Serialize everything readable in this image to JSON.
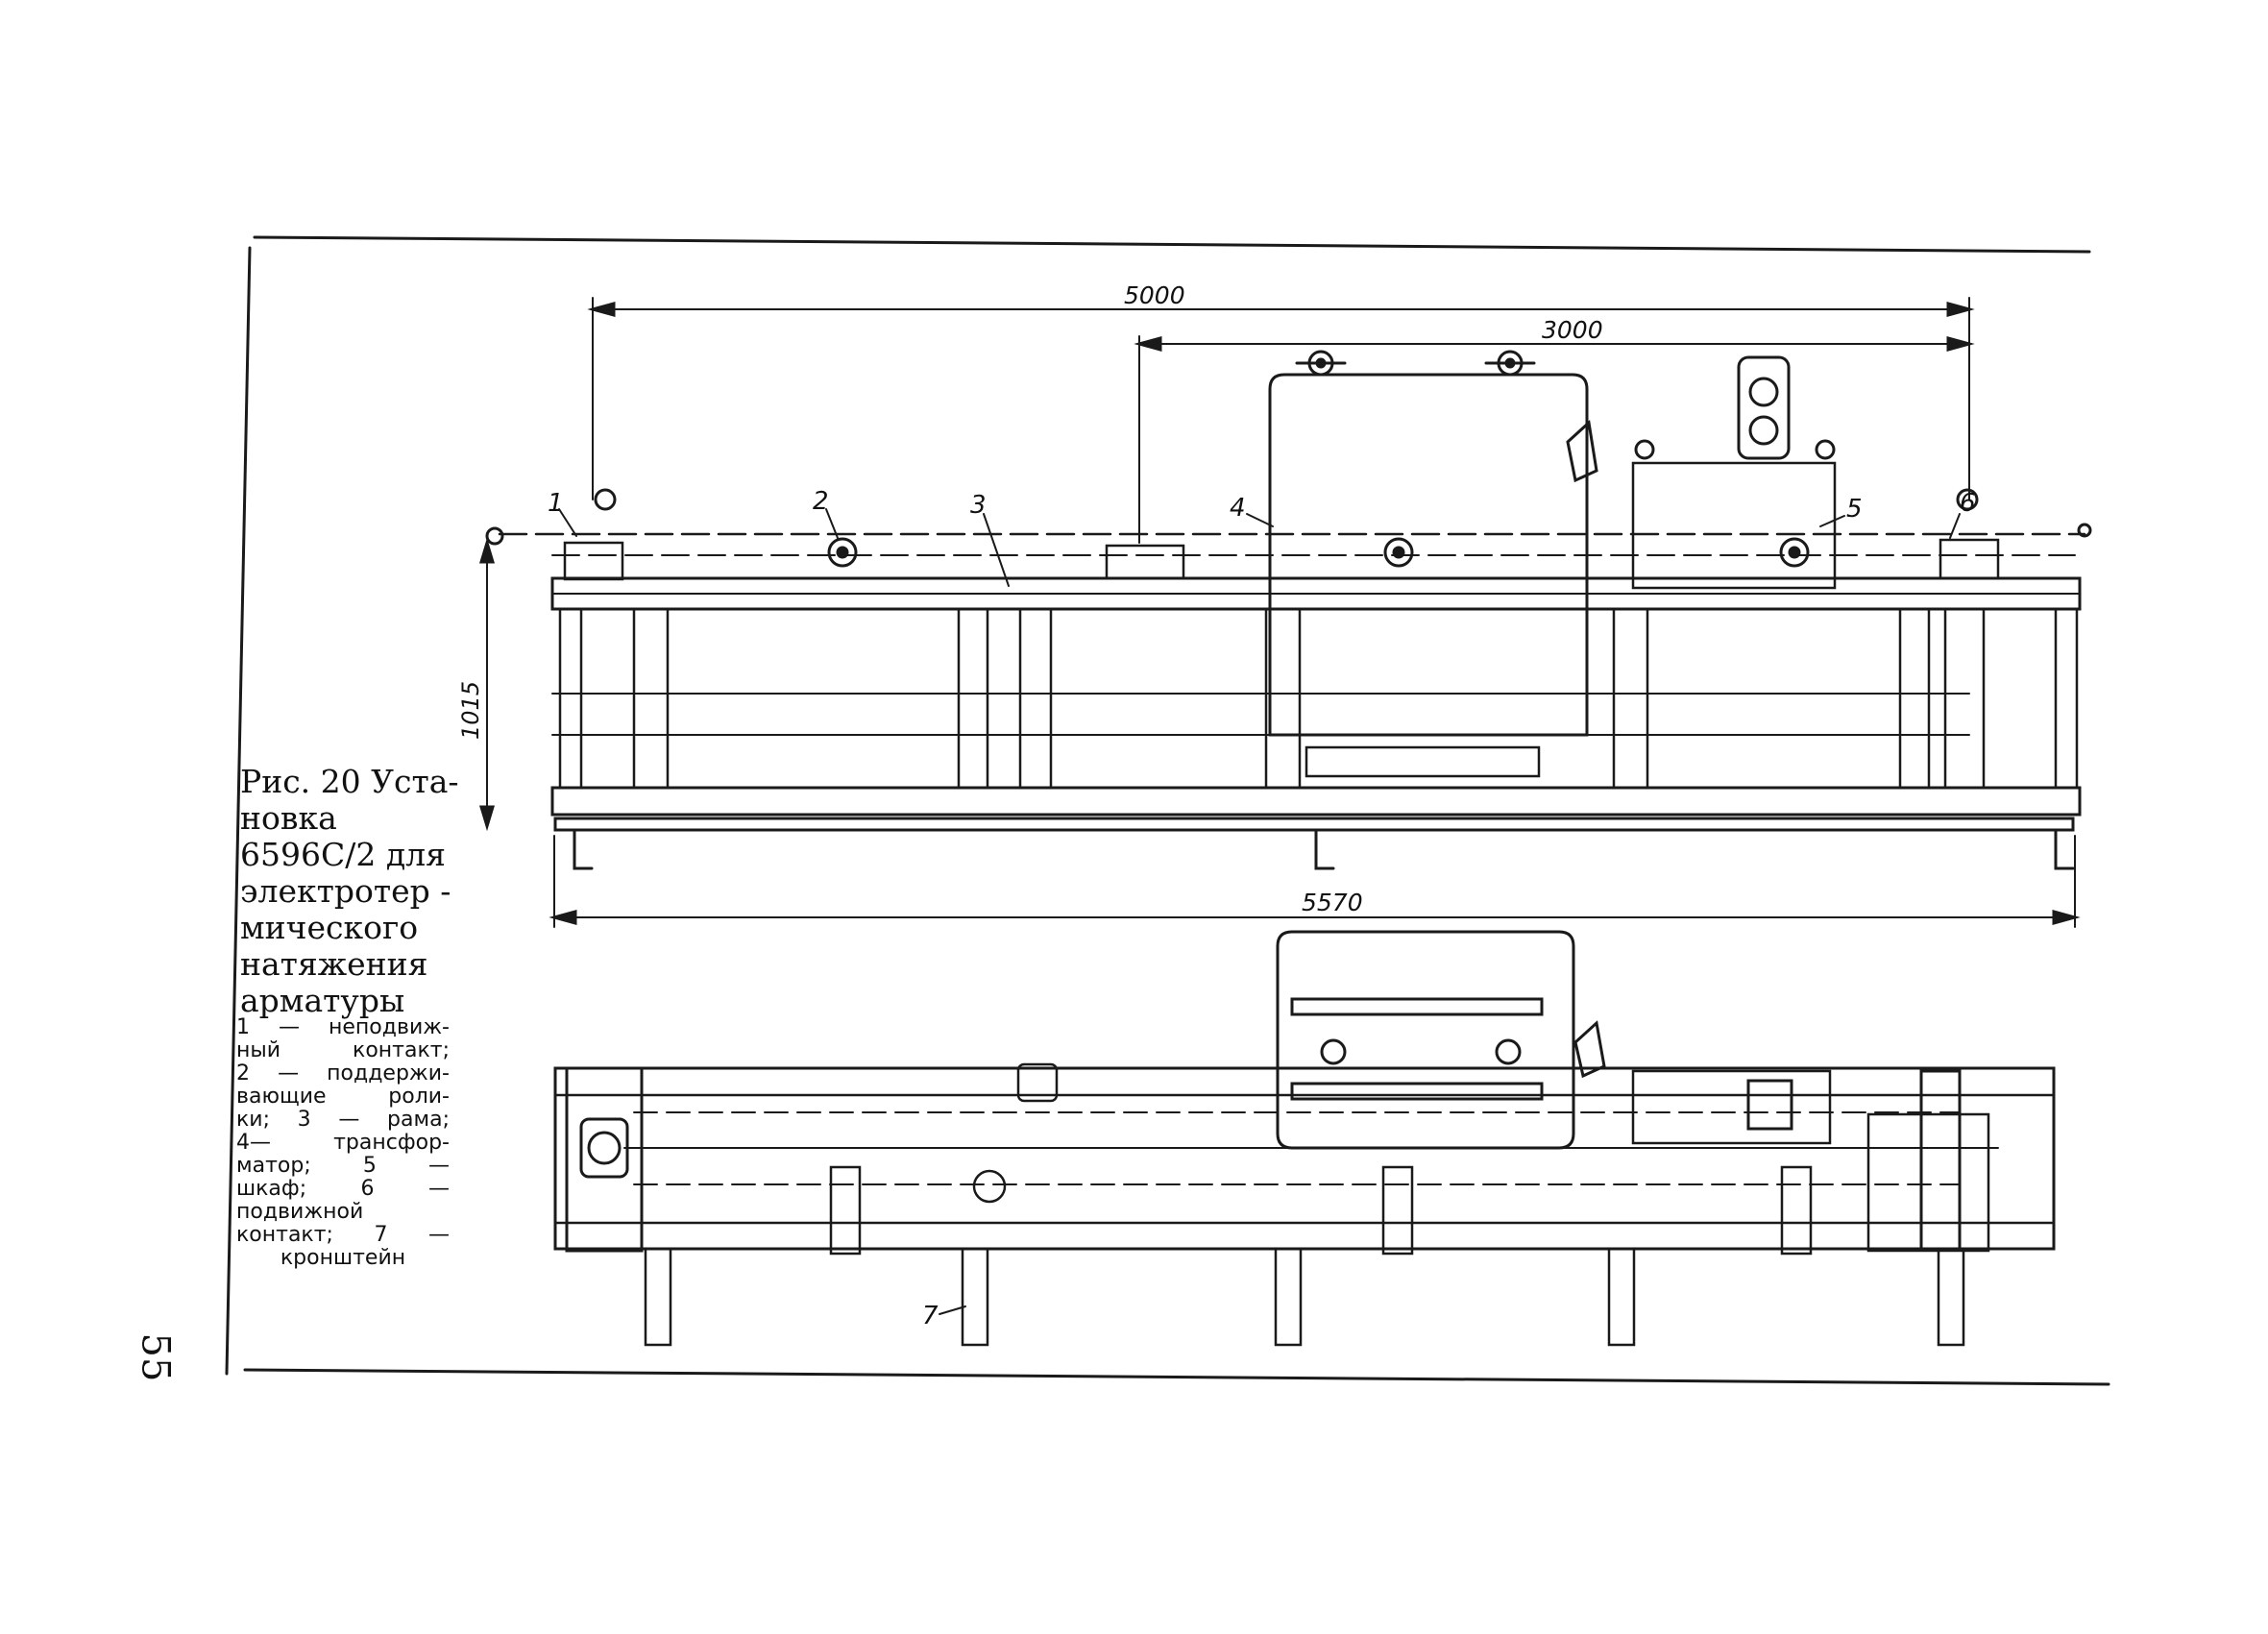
{
  "caption": {
    "lines": [
      "Рис. 20 Уста-",
      "новка",
      "6596С/2 для",
      "электротер -",
      "мического",
      "натяжения",
      "арматуры"
    ]
  },
  "legend": {
    "lines": [
      "1 — неподвиж-",
      "ный контакт;",
      "2 — поддержи-",
      "вающие роли-",
      "ки; 3 — рама;",
      "4— трансфор-",
      "матор; 5 —",
      "шкаф; 6 —",
      "подвижной",
      "контакт; 7 —",
      "кронштейн"
    ]
  },
  "page_number": "55",
  "dimensions": {
    "d5000": "5000",
    "d3000": "3000",
    "d1015": "1015",
    "d5570": "5570"
  },
  "callouts": {
    "c1": "1",
    "c2": "2",
    "c3": "3",
    "c4": "4",
    "c5": "5",
    "c6": "6",
    "c7": "7"
  }
}
